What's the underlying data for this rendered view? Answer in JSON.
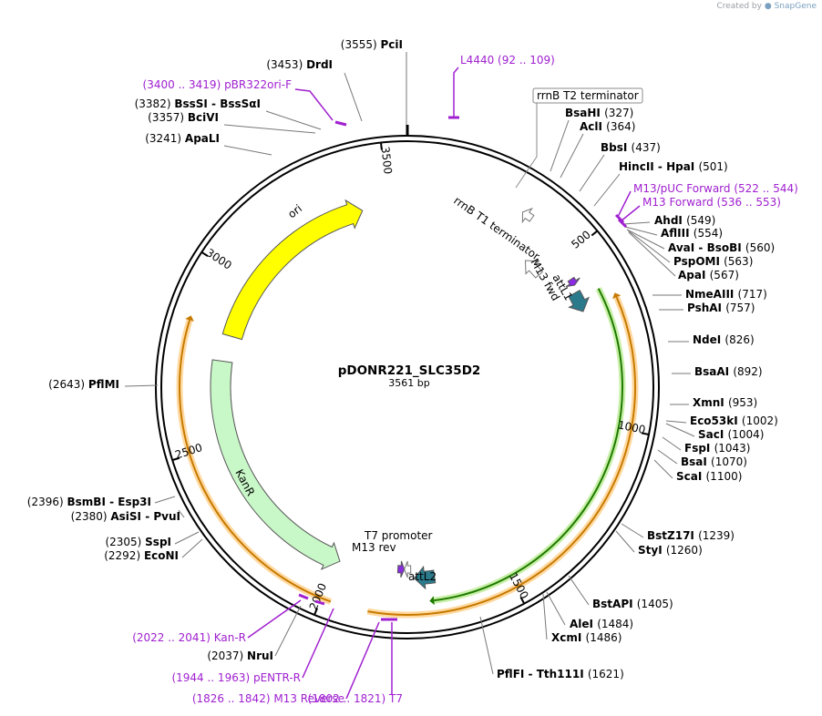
{
  "credit": {
    "prefix": "Created by",
    "brand": "SnapGene"
  },
  "plasmid": {
    "name": "pDONR221_SLC35D2",
    "length_label": "3561 bp",
    "length": 3561
  },
  "ticks": [
    {
      "label": "500",
      "bp": 500
    },
    {
      "label": "1000",
      "bp": 1000
    },
    {
      "label": "1500",
      "bp": 1500
    },
    {
      "label": "2000",
      "bp": 2000
    },
    {
      "label": "2500",
      "bp": 2500
    },
    {
      "label": "3000",
      "bp": 3000
    },
    {
      "label": "3500",
      "bp": 3500
    }
  ],
  "features": [
    {
      "name": "ori",
      "start": 2830,
      "end": 3420,
      "dir": 1,
      "color": "#ffff00"
    },
    {
      "name": "KanR",
      "start": 1990,
      "end": 2750,
      "dir": -1,
      "color": "#c8f7c8"
    },
    {
      "name": "attL1",
      "start": 600,
      "end": 660,
      "dir": 1,
      "color": "#2b7a8c"
    },
    {
      "name": "attL2",
      "start": 1700,
      "end": 1760,
      "dir": 1,
      "color": "#2b7a8c"
    },
    {
      "name": "M13 fwd",
      "start": 560,
      "end": 580,
      "dir": 1,
      "color": "#8a2be2"
    },
    {
      "name": "M13 rev",
      "start": 1790,
      "end": 1810,
      "dir": -1,
      "color": "#8a2be2"
    },
    {
      "name": "T7 promoter",
      "start": 1770,
      "end": 1790,
      "dir": 1,
      "color": "#ffffff"
    },
    {
      "name": "rrnB T1 terminator",
      "start": 425,
      "end": 490,
      "dir": -1,
      "color": "#ffffff"
    },
    {
      "name": "rrnB T2 terminator",
      "start": 330,
      "end": 360,
      "dir": -1,
      "color": "#ffffff"
    }
  ],
  "tracks": [
    {
      "start": 620,
      "end": 1710,
      "dir": 1,
      "color": "#1f7a00",
      "halo": "#c8f0a8"
    },
    {
      "start": 660,
      "end": 1880,
      "dir": -1,
      "color": "#c77a00",
      "halo": "#ffd9a0"
    },
    {
      "start": 1975,
      "end": 2840,
      "dir": 1,
      "color": "#c77a00",
      "halo": "#ffd9a0"
    }
  ],
  "sites": [
    {
      "pos": "(3555)",
      "name": "PciI"
    },
    {
      "pos": "(3453)",
      "name": "DrdI"
    },
    {
      "pos": "(3382)",
      "name": "BssSI  -  BssSαI"
    },
    {
      "pos": "(3357)",
      "name": "BciVI"
    },
    {
      "pos": "(3241)",
      "name": "ApaLI"
    },
    {
      "pos": "(327)",
      "name": "BsaHI"
    },
    {
      "pos": "(364)",
      "name": "AclI"
    },
    {
      "pos": "(437)",
      "name": "BbsI"
    },
    {
      "pos": "(501)",
      "name": "HincII  -  HpaI"
    },
    {
      "pos": "(549)",
      "name": "AhdI"
    },
    {
      "pos": "(554)",
      "name": "AflIII"
    },
    {
      "pos": "(560)",
      "name": "AvaI  -  BsoBI"
    },
    {
      "pos": "(563)",
      "name": "PspOMI"
    },
    {
      "pos": "(567)",
      "name": "ApaI"
    },
    {
      "pos": "(717)",
      "name": "NmeAIII"
    },
    {
      "pos": "(757)",
      "name": "PshAI"
    },
    {
      "pos": "(826)",
      "name": "NdeI"
    },
    {
      "pos": "(892)",
      "name": "BsaAI"
    },
    {
      "pos": "(953)",
      "name": "XmnI"
    },
    {
      "pos": "(1002)",
      "name": "Eco53kI"
    },
    {
      "pos": "(1004)",
      "name": "SacI"
    },
    {
      "pos": "(1043)",
      "name": "FspI"
    },
    {
      "pos": "(1070)",
      "name": "BsaI"
    },
    {
      "pos": "(1100)",
      "name": "ScaI"
    },
    {
      "pos": "(1239)",
      "name": "BstZ17I"
    },
    {
      "pos": "(1260)",
      "name": "StyI"
    },
    {
      "pos": "(1405)",
      "name": "BstAPI"
    },
    {
      "pos": "(1484)",
      "name": "AleI"
    },
    {
      "pos": "(1486)",
      "name": "XcmI"
    },
    {
      "pos": "(1621)",
      "name": "PflFI  -  Tth111I"
    },
    {
      "pos": "(2037)",
      "name": "NruI"
    },
    {
      "pos": "(2292)",
      "name": "EcoNI"
    },
    {
      "pos": "(2305)",
      "name": "SspI"
    },
    {
      "pos": "(2380)",
      "name": "AsiSI  -  PvuI"
    },
    {
      "pos": "(2396)",
      "name": "BsmBI  -  Esp3I"
    },
    {
      "pos": "(2643)",
      "name": "PflMI"
    }
  ],
  "primers": [
    {
      "name": "L4440",
      "range": "(92 .. 109)"
    },
    {
      "name": "pBR322ori-F",
      "range": "(3400 .. 3419)"
    },
    {
      "name": "M13/pUC Forward",
      "range": "(522 .. 544)"
    },
    {
      "name": "M13 Forward",
      "range": "(536 .. 553)"
    },
    {
      "name": "Kan-R",
      "range": "(2022 .. 2041)"
    },
    {
      "name": "pENTR-R",
      "range": "(1944 .. 1963)"
    },
    {
      "name": "M13 Reverse",
      "range": "(1826 .. 1842)"
    },
    {
      "name": "T7",
      "range": "(1802 .. 1821)"
    }
  ]
}
